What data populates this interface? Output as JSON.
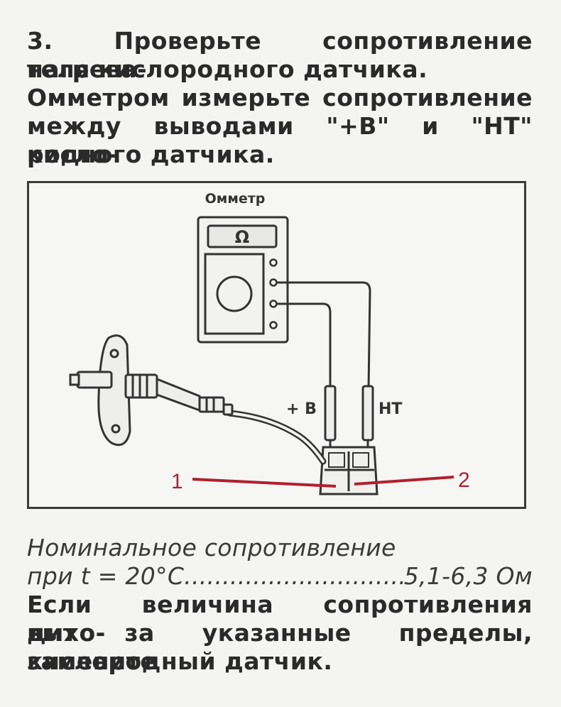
{
  "text": {
    "line1": "3. Проверьте сопротивление нагрева-",
    "line2": "теля кислородного датчика.",
    "line3": "Омметром измерьте сопротивление",
    "line4": "между выводами \"+В\" и \"НТ\" кисло-",
    "line5": "родного датчика."
  },
  "figure": {
    "meter_label": "Омметр",
    "meter_symbol": "Ω",
    "terminal_b": "+ В",
    "terminal_ht": "НТ",
    "marker_1": "1",
    "marker_2": "2"
  },
  "spec": {
    "line1": "Номинальное сопротивление",
    "cond": "при t = 20°C",
    "dots": "................................................................",
    "value": "5,1-6,3 Ом"
  },
  "bottom": {
    "line1": "Если величина сопротивления выхо-",
    "line2": "дит за указанные пределы, замените",
    "line3": "кислородный датчик."
  },
  "colors": {
    "marker": "#b02030",
    "ink": "#2a2a2a"
  }
}
